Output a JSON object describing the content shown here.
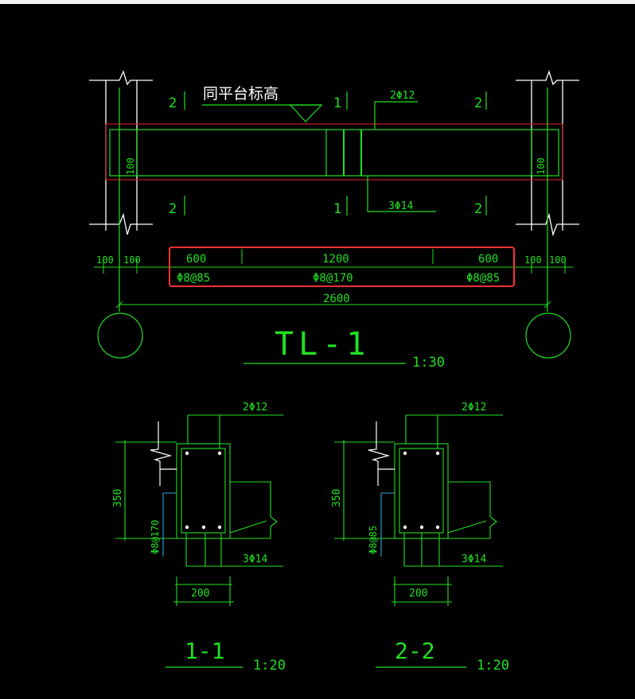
{
  "beam_elevation": {
    "level_note": "同平台标高",
    "top_bar_callout": "2Φ12",
    "bottom_bar_callout": "3Φ14",
    "section_mark_end": "2",
    "section_mark_mid": "1",
    "wall_width_left": "100",
    "wall_width_right": "100"
  },
  "dimensions": {
    "edge_offsets": [
      "100",
      "100",
      "100",
      "100"
    ],
    "segments": [
      "600",
      "1200",
      "600"
    ],
    "stirrups": [
      "Φ8@85",
      "Φ8@170",
      "Φ8@85"
    ],
    "total_span": "2600"
  },
  "title": {
    "name": "TL-1",
    "scale": "1:30"
  },
  "sections": [
    {
      "name": "1-1",
      "scale": "1:20",
      "top_bars": "2Φ12",
      "bottom_bars": "3Φ14",
      "height": "350",
      "width": "200",
      "stirrup": "Φ8@170"
    },
    {
      "name": "2-2",
      "scale": "1:20",
      "top_bars": "2Φ12",
      "bottom_bars": "3Φ14",
      "height": "350",
      "width": "200",
      "stirrup": "Φ8@85"
    }
  ],
  "colors": {
    "background": "#000000",
    "drawing_lines": "#21e021",
    "walls": "#ffffff",
    "highlight_box": "#ff3030",
    "outline_red": "#c81e1e",
    "leader_cyan": "#2aa8d8"
  }
}
